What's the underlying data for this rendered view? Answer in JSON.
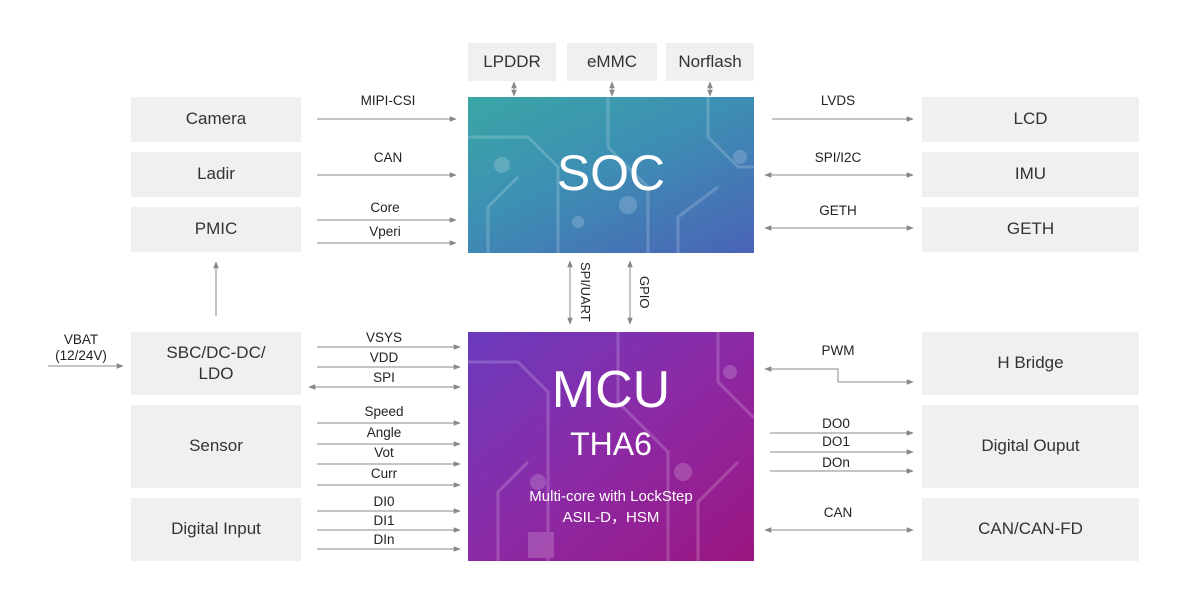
{
  "memory": [
    {
      "label": "LPDDR"
    },
    {
      "label": "eMMC"
    },
    {
      "label": "Norflash"
    }
  ],
  "left_blocks": [
    {
      "label": "Camera",
      "signals": [
        "MIPI-CSI"
      ]
    },
    {
      "label": "Ladir",
      "signals": [
        "CAN"
      ]
    },
    {
      "label": "PMIC",
      "signals": [
        "Core",
        "Vperi"
      ]
    },
    {
      "label": "SBC/DC-DC/\nLDO",
      "signals": [
        "VSYS",
        "VDD",
        "SPI"
      ]
    },
    {
      "label": "Sensor",
      "signals": [
        "Speed",
        "Angle",
        "Vot",
        "Curr"
      ]
    },
    {
      "label": "Digital Input",
      "signals": [
        "DI0",
        "DI1",
        "DIn"
      ]
    }
  ],
  "right_blocks": [
    {
      "label": "LCD",
      "signals": [
        "LVDS"
      ]
    },
    {
      "label": "IMU",
      "signals": [
        "SPI/I2C"
      ]
    },
    {
      "label": "GETH",
      "signals": [
        "GETH"
      ]
    },
    {
      "label": "H Bridge",
      "signals": [
        "PWM"
      ]
    },
    {
      "label": "Digital Ouput",
      "signals": [
        "DO0",
        "DO1",
        "DOn"
      ]
    },
    {
      "label": "CAN/CAN-FD",
      "signals": [
        "CAN"
      ]
    }
  ],
  "soc": {
    "title": "SOC"
  },
  "mcu": {
    "title": "MCU",
    "subtitle": "THA6",
    "desc_line1": "Multi-core  with LockStep",
    "desc_line2": "ASIL-D，HSM"
  },
  "interconnect": {
    "left": "SPI/UART",
    "right": "GPIO"
  },
  "vbat": {
    "line1": "VBAT",
    "line2": "(12/24V)"
  },
  "colors": {
    "box_bg": "#eff0f1",
    "soc_start": "#3aa6a6",
    "soc_end": "#4a63b6",
    "mcu_start": "#6a3bbd",
    "mcu_end": "#9b1680",
    "line": "#888888"
  }
}
